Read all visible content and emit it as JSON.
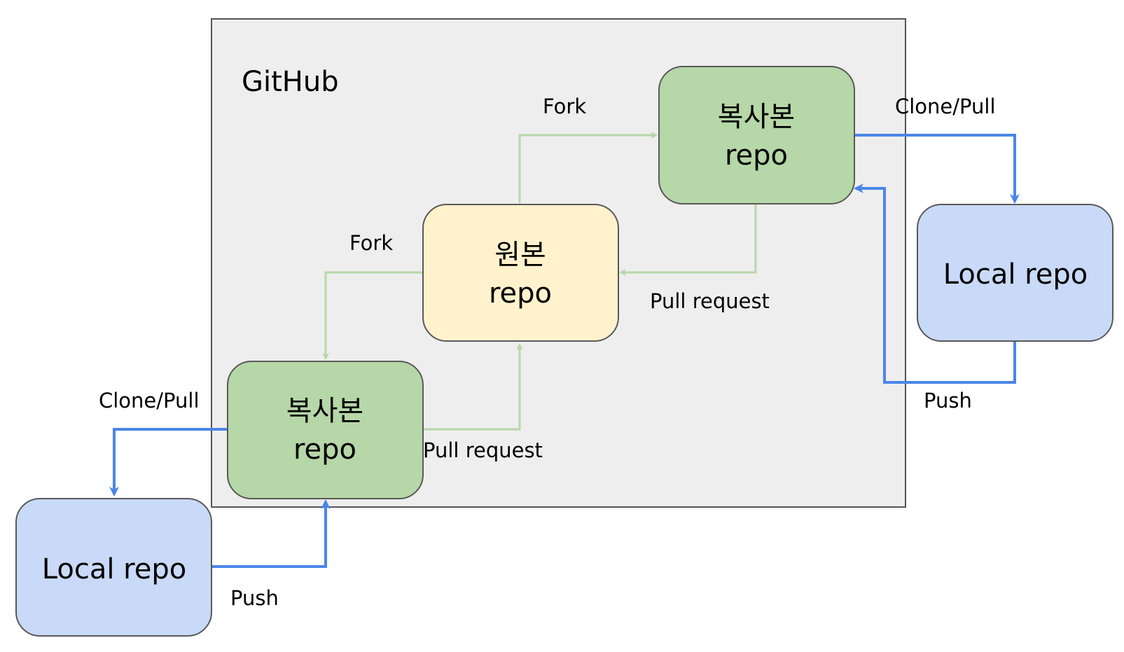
{
  "container": {
    "title": "GitHub"
  },
  "nodes": {
    "copy_top": {
      "line1": "복사본",
      "line2": "repo"
    },
    "original": {
      "line1": "원본",
      "line2": "repo"
    },
    "copy_bottom": {
      "line1": "복사본",
      "line2": "repo"
    },
    "local_right": {
      "label": "Local repo"
    },
    "local_left": {
      "label": "Local repo"
    }
  },
  "edges": {
    "fork_to_top": "Fork",
    "fork_to_bottom": "Fork",
    "pr_top_to_original": "Pull request",
    "pr_bottom_to_original": "Pull request",
    "clone_right": "Clone/Pull",
    "push_right": "Push",
    "clone_left": "Clone/Pull",
    "push_left": "Push"
  },
  "colors": {
    "container_fill": "#eeeeee",
    "copy_fill": "#b6d7a8",
    "original_fill": "#fff2cc",
    "local_fill": "#c9daf8",
    "fork_edge": "#b6d7a8",
    "local_edge": "#4a86e8"
  }
}
